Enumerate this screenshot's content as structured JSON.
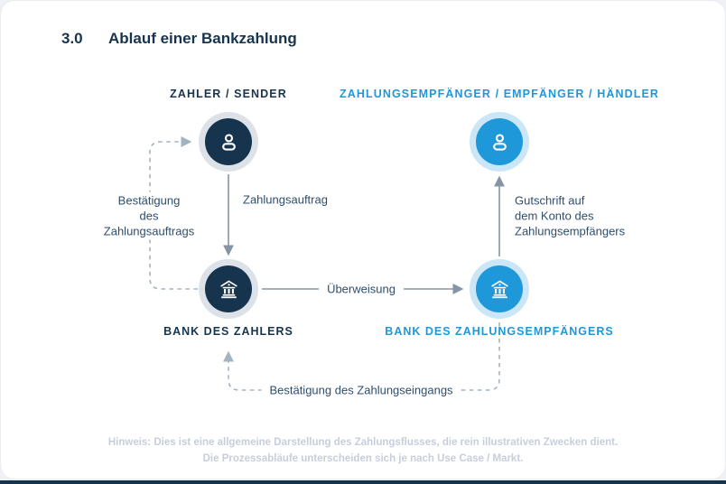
{
  "page": {
    "section_number": "3.0",
    "title": "Ablauf einer Bankzahlung"
  },
  "diagram": {
    "left_header": "ZAHLER / SENDER",
    "right_header": "ZAHLUNGSEMPFÄNGER / EMPFÄNGER / HÄNDLER",
    "nodes": [
      {
        "id": "payer",
        "icon": "person-icon",
        "variant": "navy",
        "label": ""
      },
      {
        "id": "payee",
        "icon": "person-icon",
        "variant": "blue",
        "label": ""
      },
      {
        "id": "payer-bank",
        "icon": "bank-icon",
        "variant": "navy",
        "label": "BANK DES ZAHLERS"
      },
      {
        "id": "payee-bank",
        "icon": "bank-icon",
        "variant": "blue",
        "label": "BANK DES ZAHLUNGSEMPFÄNGERS"
      }
    ],
    "edges": [
      {
        "from": "payer-bank",
        "to": "payer",
        "style": "dashed",
        "label": "Bestätigung\ndes\nZahlungsauftrags"
      },
      {
        "from": "payer",
        "to": "payer-bank",
        "style": "solid",
        "label": "Zahlungsauftrag"
      },
      {
        "from": "payer-bank",
        "to": "payee-bank",
        "style": "solid",
        "label": "Überweisung"
      },
      {
        "from": "payee-bank",
        "to": "payee",
        "style": "solid",
        "label": "Gutschrift auf\ndem Konto des\nZahlungsempfängers"
      },
      {
        "from": "payee-bank",
        "to": "payer-bank",
        "style": "dashed",
        "label": "Bestätigung des Zahlungseingangs"
      }
    ]
  },
  "footer": {
    "line1": "Hinweis: Dies ist eine allgemeine Darstellung des Zahlungsflusses, die rein illustrativen Zwecken dient.",
    "line2": "Die Prozessabläufe unterscheiden sich je nach Use Case / Markt."
  },
  "colors": {
    "navy": "#17344f",
    "blue": "#1f98da",
    "label_text": "#2e4e6c",
    "arrow_solid": "#8695a6",
    "arrow_dashed": "#a4b3c0",
    "ring_gray": "#dde2e8",
    "ring_blue": "#cbe6f7",
    "footer_text": "#c7cedb",
    "bottom_bar": "#16334e",
    "page_bg": "#eff1f4"
  }
}
